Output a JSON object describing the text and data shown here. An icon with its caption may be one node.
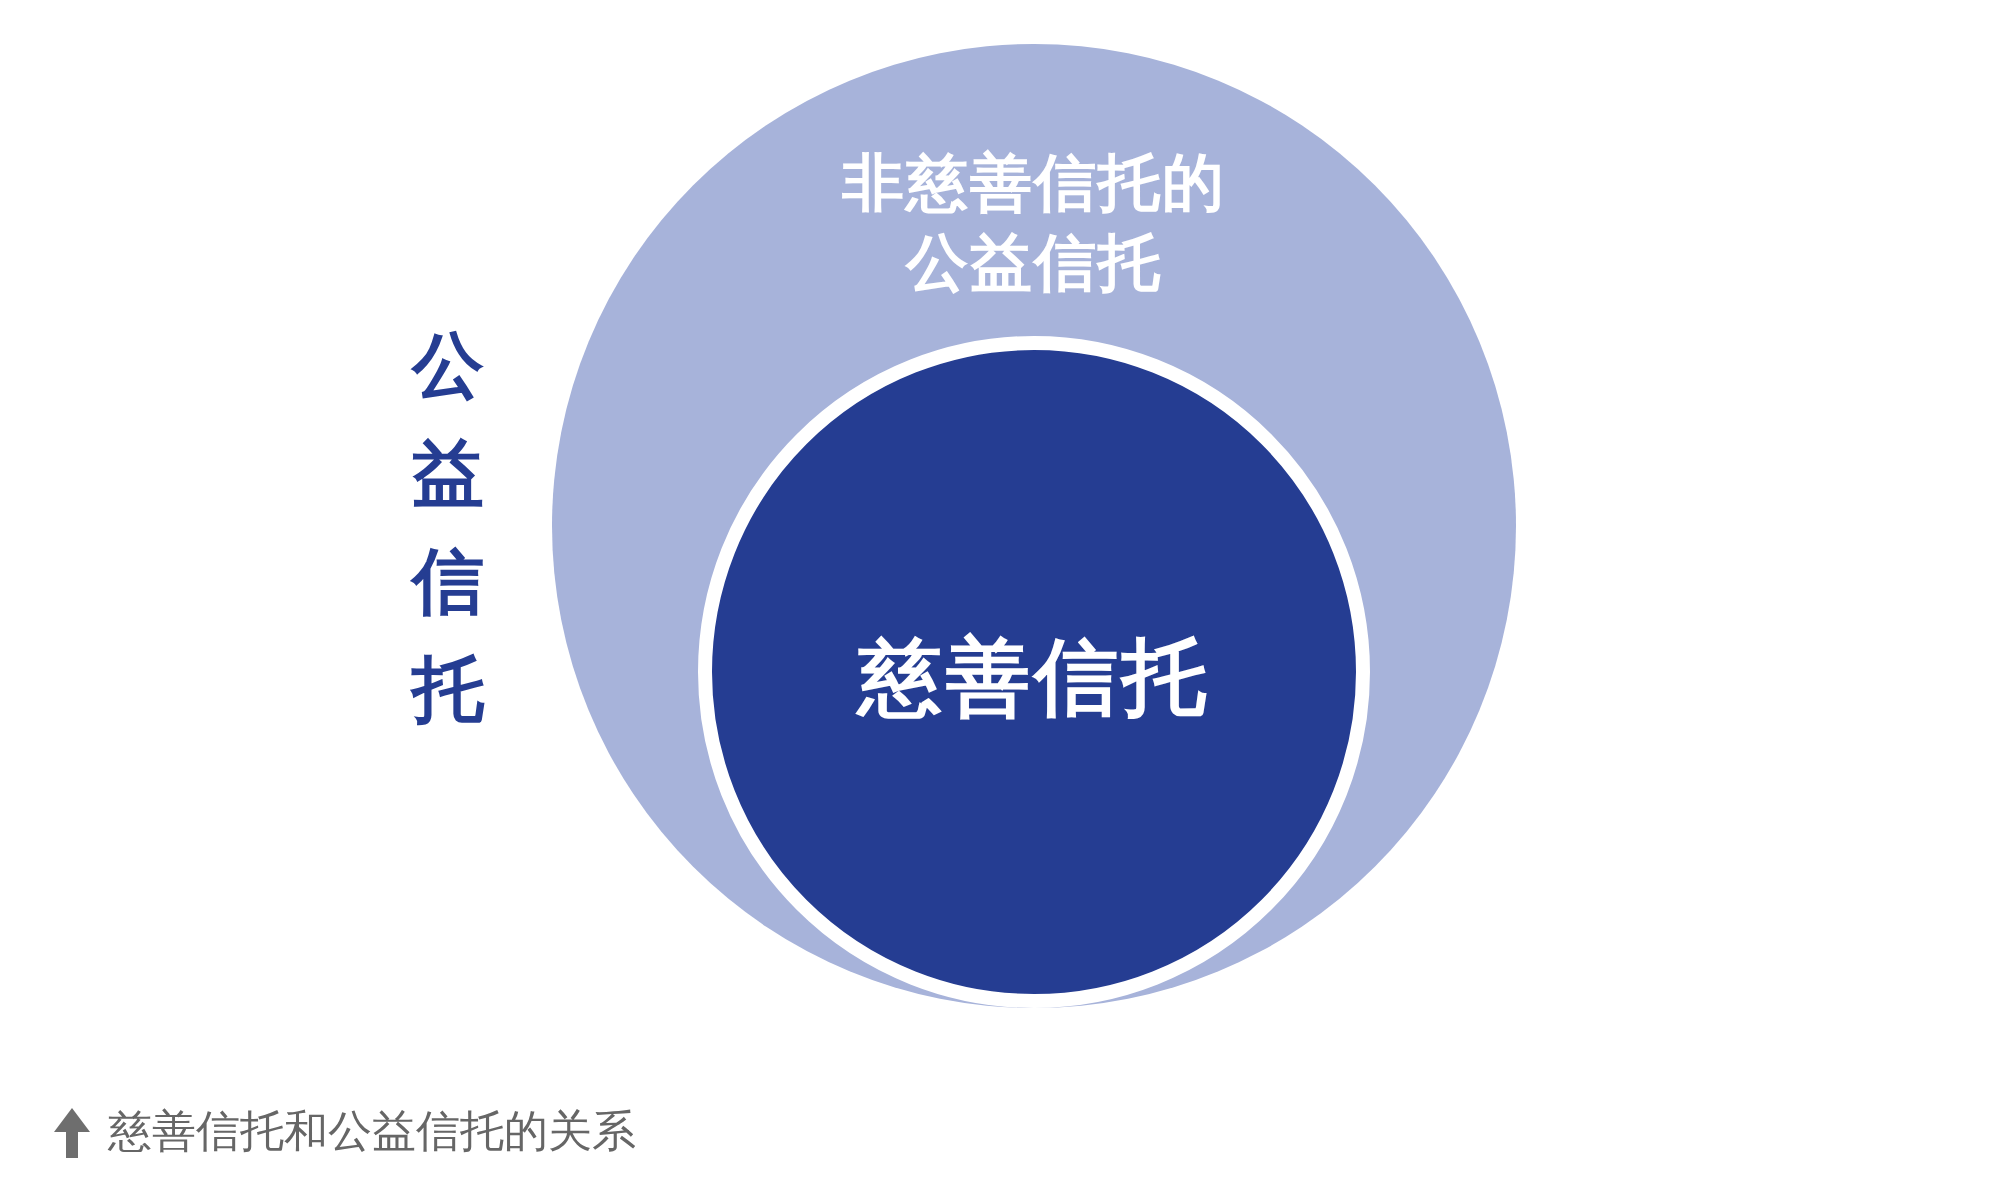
{
  "diagram": {
    "caption": "慈善信托和公益信托的关系",
    "nodes": [
      {
        "text": [
          "公益信托",
          "非慈善信托的公益信托"
        ]
      },
      {
        "text": [
          "慈善信托"
        ],
        "in": 0
      }
    ]
  }
}
